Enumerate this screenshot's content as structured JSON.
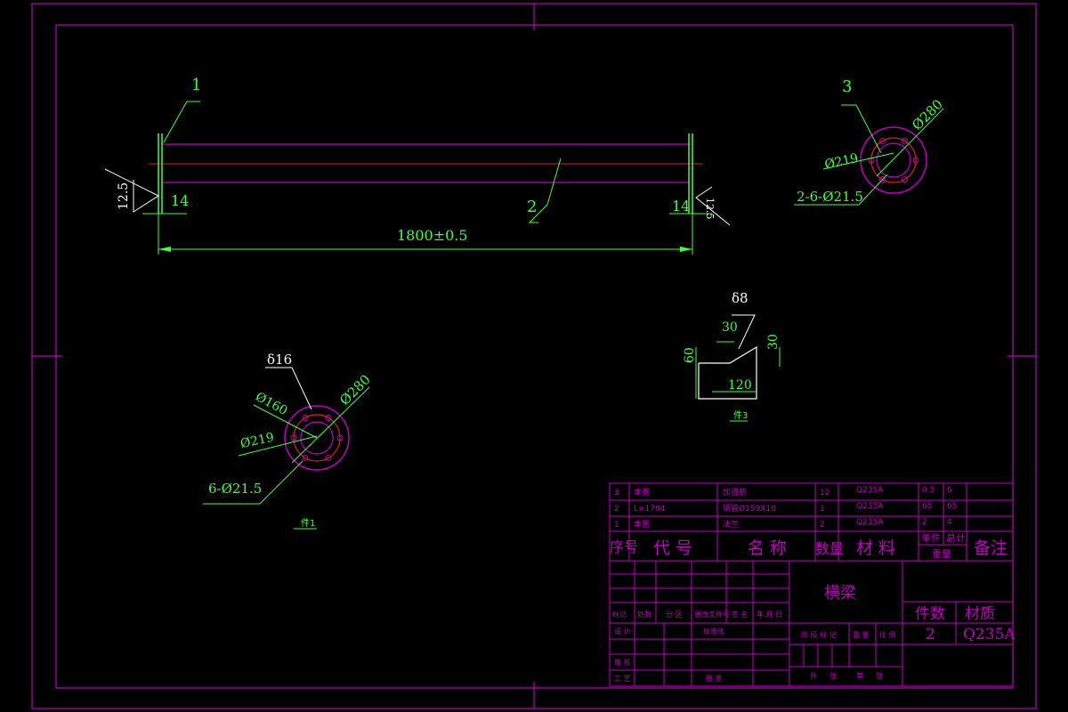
{
  "part_view": {
    "balloon_1": "1",
    "balloon_2": "2",
    "balloon_3": "3",
    "weld_left_size": "12.5",
    "weld_left_dim": "14",
    "weld_right_size": "12.5",
    "weld_right_dim": "14",
    "length_dim": "1800±0.5"
  },
  "flange_view": {
    "dia_outer": "Ø280",
    "dia_inner": "Ø219",
    "holes": "2-6-Ø21.5"
  },
  "detail_1": {
    "thickness": "δ16",
    "dia_160": "Ø160",
    "dia_280": "Ø280",
    "dia_219": "Ø219",
    "holes": "6-Ø21.5",
    "caption": "件1"
  },
  "detail_3": {
    "thickness": "δ8",
    "dim_top": "30",
    "dim_left": "60",
    "dim_right": "30",
    "dim_bottom": "120",
    "caption": "件3"
  },
  "bom": {
    "rows": [
      {
        "no": "3",
        "code": "本图",
        "name": "加强筋",
        "qty": "12",
        "material": "Q235A",
        "unit": "0.5",
        "total": "6"
      },
      {
        "no": "2",
        "code": "L=1784",
        "name": "钢管Ø159X10",
        "qty": "1",
        "material": "Q235A",
        "unit": "65",
        "total": "65"
      },
      {
        "no": "1",
        "code": "本图",
        "name": "法兰",
        "qty": "2",
        "material": "Q235A",
        "unit": "2",
        "total": "4"
      }
    ],
    "headers": {
      "no": "序号",
      "code": "代 号",
      "name": "名 称",
      "qty": "数量",
      "material": "材 料",
      "unit": "单件",
      "total": "总计",
      "weight": "重量",
      "remark": "备注"
    }
  },
  "title_block": {
    "part_name": "横梁",
    "qty_label": "件数",
    "material_label": "材质",
    "qty_value": "2",
    "material_value": "Q235A",
    "rev_labels": [
      "标记",
      "处数",
      "分 区",
      "更改文件号",
      "签 名",
      "年.月.日"
    ],
    "design": "设 计",
    "standardize": "标准化",
    "review": "审 核",
    "process": "工 艺",
    "approve": "批 准",
    "stage_mark": "阶 段 标 记",
    "weight": "重 量",
    "scale": "比 例",
    "sheets_total": "共",
    "sheet": "张",
    "sheet_no": "第",
    "sheet_end": "张"
  }
}
